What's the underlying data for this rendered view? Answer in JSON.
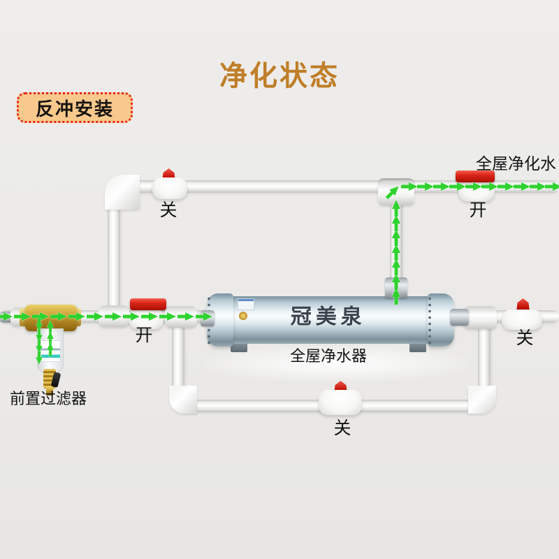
{
  "title": "净化状态",
  "badge": {
    "label": "反冲安装"
  },
  "annotations": {
    "purified_water": "全屋净化水",
    "purifier_label": "全屋净水器",
    "purifier_brand": "冠美泉",
    "prefilter_label": "前置过滤器"
  },
  "valves": {
    "top_left": {
      "state": "关"
    },
    "top_right": {
      "state": "开"
    },
    "main_inlet": {
      "state": "开"
    },
    "main_right": {
      "state": "关"
    },
    "bypass": {
      "state": "关"
    }
  },
  "colors": {
    "background": "#ebeae8",
    "title_text": "#bf7e28",
    "badge_bg": "#f8c98c",
    "badge_border": "#e8281e",
    "label_text": "#141414",
    "arrow_green": "#2fd32f",
    "valve_red": "#cf1d15",
    "pipe_white": "#fafafa",
    "brass": "#c79a2e",
    "steel": "#8fa3ad"
  }
}
